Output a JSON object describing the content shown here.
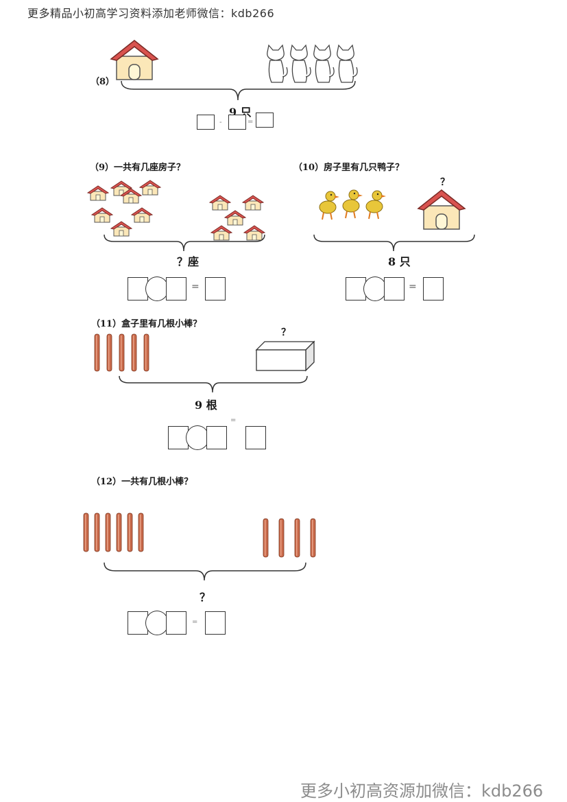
{
  "header": {
    "text": "更多精品小初高学习资料添加老师微信：kdb266"
  },
  "footer": {
    "text": "更多小初高资源加微信：kdb266"
  },
  "q8": {
    "label": "（8）",
    "total": "9 只",
    "minus": "-",
    "equals": "="
  },
  "q9": {
    "label": "（9）一共有几座房子？",
    "total": "？座",
    "equals": "="
  },
  "q10": {
    "label": "（10）房子里有几只鸭子？",
    "question": "？",
    "total": "8 只",
    "equals": "="
  },
  "q11": {
    "label": "（11）盒子里有几根小棒？",
    "question": "？",
    "total": "9 根",
    "equals": "="
  },
  "q12": {
    "label": "（12）一共有几根小棒？",
    "total": "？",
    "equals": "="
  },
  "colors": {
    "roof": "#d9534f",
    "wall": "#fbe7b8",
    "stick": "#c8694a",
    "duck": "#e8c63a"
  },
  "icons": [
    "house-icon",
    "cat-icon",
    "duck-icon",
    "stick-icon",
    "box-icon"
  ]
}
